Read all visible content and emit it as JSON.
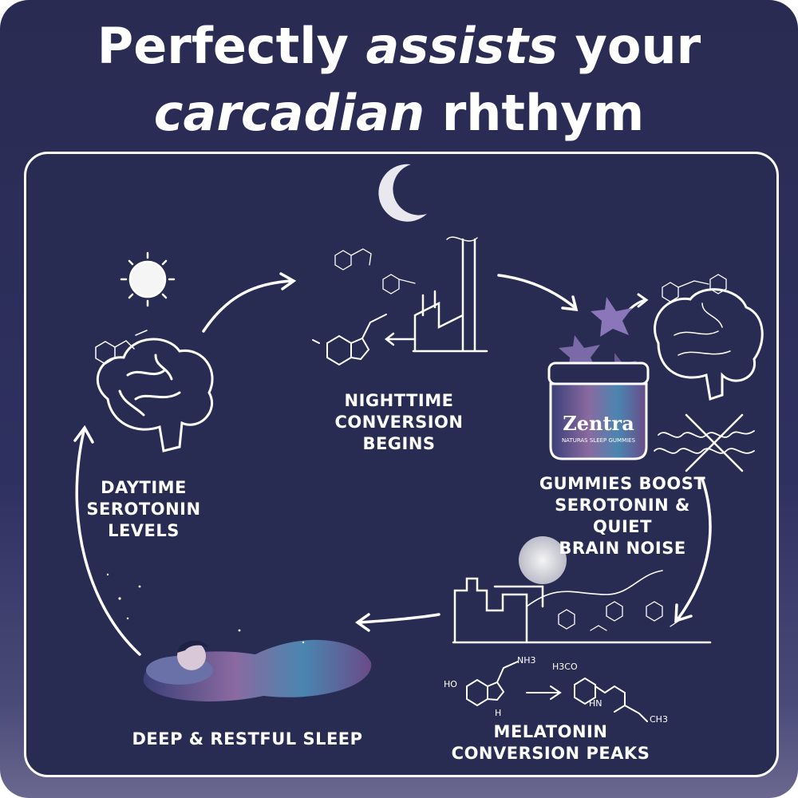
{
  "title": {
    "line1_part1": "Perfectly ",
    "line1_italic": "assists",
    "line1_part2": " your",
    "line2_italic": "carcadian",
    "line2_part2": " rhthym"
  },
  "steps": [
    {
      "label_lines": [
        "DAYTIME",
        "SEROTONIN",
        "LEVELS"
      ],
      "icon": "sun-brain-icon"
    },
    {
      "label_lines": [
        "NIGHTTIME",
        "CONVERSION",
        "BEGINS"
      ],
      "icon": "factory-molecule-icon"
    },
    {
      "label_lines": [
        "GUMMIES BOOST",
        "SEROTONIN & QUIET",
        "BRAIN NOISE"
      ],
      "icon": "gummy-jar-icon"
    },
    {
      "label_lines": [
        "MELATONIN",
        "CONVERSION PEAKS"
      ],
      "icon": "full-moon-factory-icon"
    },
    {
      "label_lines": [
        "DEEP & RESTFUL SLEEP"
      ],
      "icon": "sleeping-person-icon"
    }
  ],
  "product": {
    "brand": "Zentra",
    "subtitle": "NATURAS SLEEP GUMMIES"
  },
  "chem_labels": {
    "ho": "HO",
    "nh3": "NH3",
    "nh": "H",
    "h3co": "H3CO",
    "hn": "HN",
    "ch3": "CH3"
  },
  "colors": {
    "background": "#2a2b52",
    "text": "#ffffff",
    "gummy": "#7a6aa8"
  }
}
